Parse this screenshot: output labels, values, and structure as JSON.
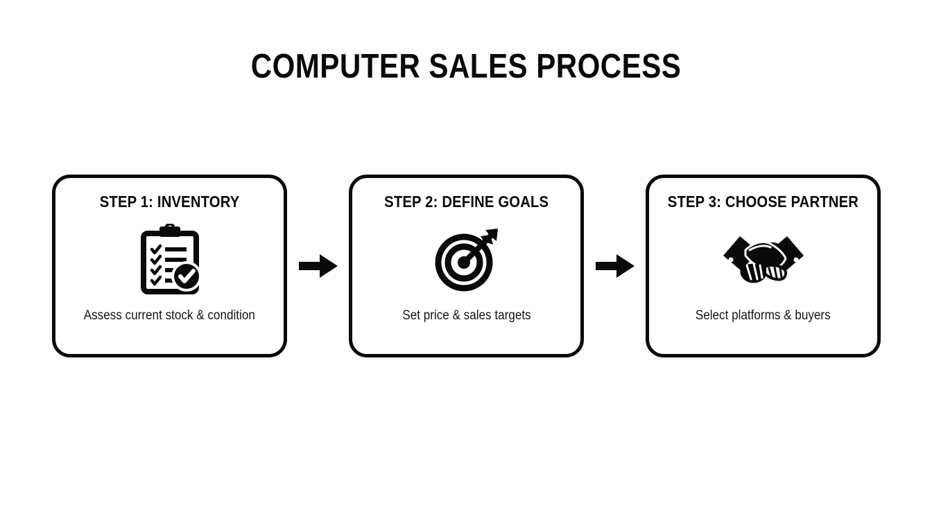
{
  "page": {
    "title": "COMPUTER SALES PROCESS",
    "background_color": "#fdfdfd",
    "ink_color": "#0a0a0a"
  },
  "flow": {
    "type": "horizontal-process-flow",
    "connector_icon": "right-arrow-icon",
    "steps": [
      {
        "title": "STEP 1: INVENTORY",
        "icon": "clipboard-checklist-icon",
        "description": "Assess current stock & condition"
      },
      {
        "title": "STEP 2: DEFINE GOALS",
        "icon": "target-bullseye-arrow-icon",
        "description": "Set price & sales targets"
      },
      {
        "title": "STEP 3: CHOOSE PARTNER",
        "icon": "handshake-icon",
        "description": "Select platforms & buyers"
      }
    ]
  }
}
